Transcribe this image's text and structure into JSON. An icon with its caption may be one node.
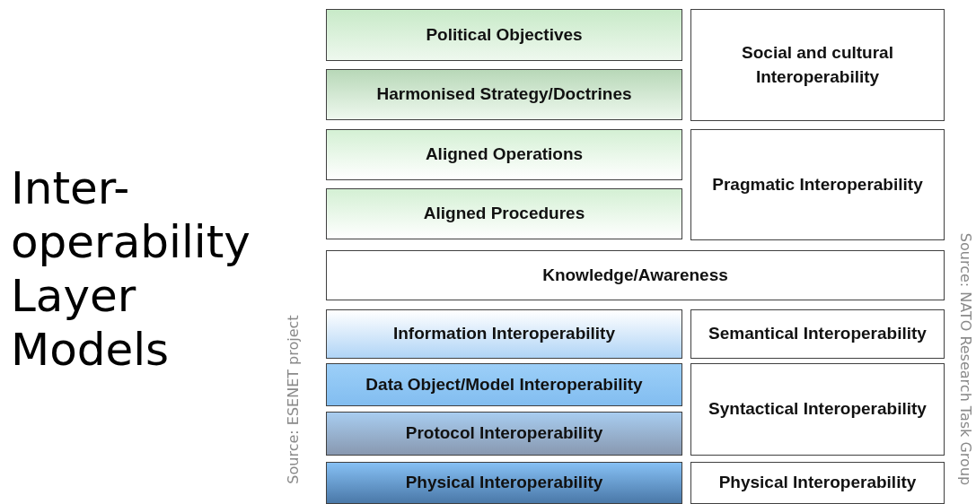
{
  "diagram": {
    "title": "Inter- operability Layer Models",
    "nodes": [
      {
        "text": [
          "Political Objectives"
        ]
      },
      {
        "text": [
          "Social and cultural Interoperability"
        ]
      },
      {
        "text": [
          "Harmonised Strategy/Doctrines"
        ]
      },
      {
        "text": [
          "Aligned Operations"
        ]
      },
      {
        "text": [
          "Pragmatic Interoperability"
        ]
      },
      {
        "text": [
          "Aligned Procedures"
        ]
      },
      {
        "text": [
          "Knowledge/Awareness"
        ]
      },
      {
        "text": [
          "Information Interoperability"
        ]
      },
      {
        "text": [
          "Semantical Interoperability"
        ]
      },
      {
        "text": [
          "Data Object/Model Interoperability"
        ]
      },
      {
        "text": [
          "Syntactical Interoperability"
        ]
      },
      {
        "text": [
          "Protocol Interoperability"
        ]
      },
      {
        "text": [
          "Physical Interoperability"
        ]
      },
      {
        "text": [
          "Physical Interoperability"
        ]
      }
    ],
    "labels": [
      "Source: ESENET project",
      "Source: NATO Research Task Group"
    ]
  }
}
